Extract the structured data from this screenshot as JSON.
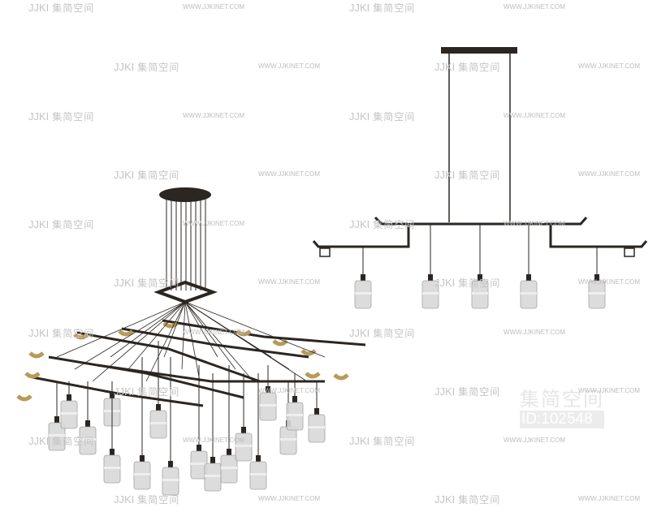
{
  "watermark": {
    "logo_mark": "JJKI",
    "logo_text": "集简空间",
    "url": "WWW.JJKINET.COM"
  },
  "stamp": {
    "title": "集简空间",
    "id": "ID:102548"
  },
  "colors": {
    "frame": "#2b2622",
    "brass": "#b89a5a",
    "glass": "#d9d9d9",
    "watermark": "#c4c4c4"
  }
}
